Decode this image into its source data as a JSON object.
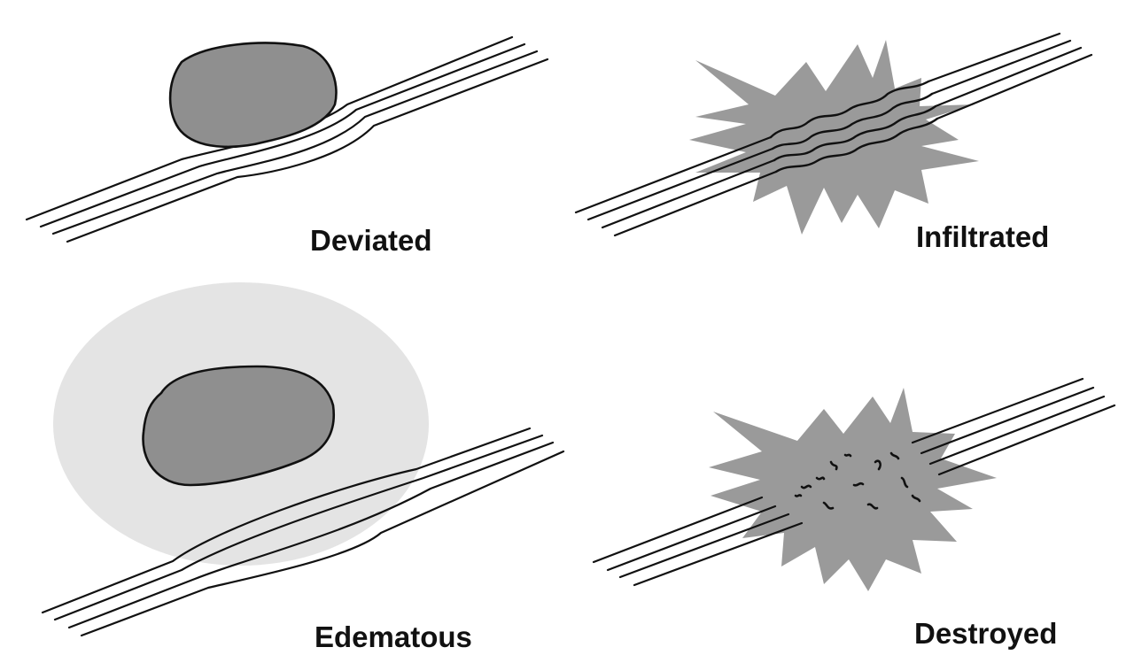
{
  "panels": {
    "deviated": {
      "label": "Deviated"
    },
    "infiltrated": {
      "label": "Infiltrated"
    },
    "edematous": {
      "label": "Edematous"
    },
    "destroyed": {
      "label": "Destroyed"
    }
  },
  "colors": {
    "lesion": "#8f8f8f",
    "tumor_star": "#9a9a9a",
    "edema": "#e4e4e4",
    "line": "#111111"
  }
}
